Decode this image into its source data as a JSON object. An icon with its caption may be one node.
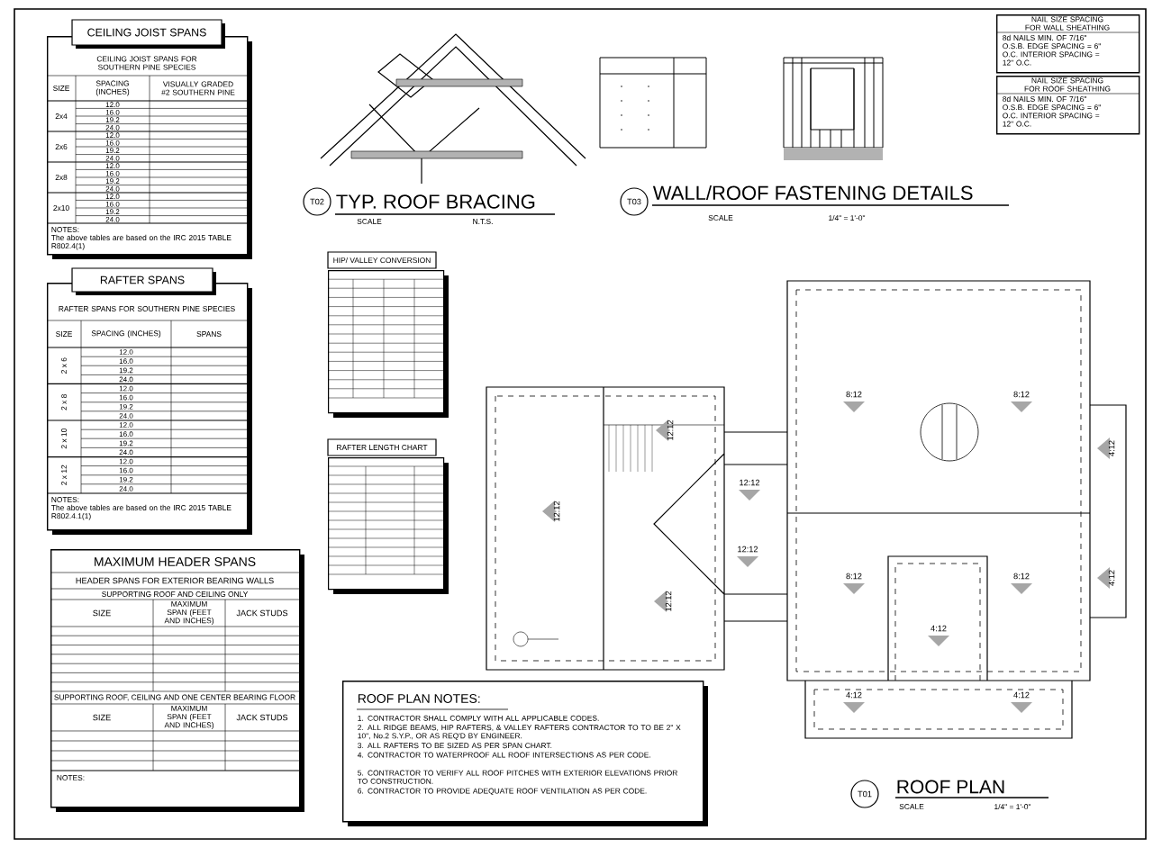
{
  "diagram": {
    "nodes": [
      {
        "text": [
          "CEILING JOIST SPANS",
          "CEILING JOIST SPANS FOR SOUTHERN PINE SPECIES",
          "SIZE",
          "SPACING (INCHES)",
          "VISUALLY GRADED #2 SOUTHERN PINE",
          "2x4",
          "2x6",
          "2x8",
          "2x10",
          "12.0",
          "16.0",
          "19.2",
          "24.0",
          "12.0",
          "16.0",
          "19.2",
          "24.0",
          "12.0",
          "16.0",
          "19.2",
          "24.0",
          "12.0",
          "16.0",
          "19.2",
          "24.0",
          "NOTES:",
          "The above tables are based on the IRC 2015 TABLE R802.4(1)"
        ]
      },
      {
        "text": [
          "RAFTER SPANS",
          "RAFTER SPANS FOR SOUTHERN PINE SPECIES",
          "SIZE",
          "SPACING (INCHES)",
          "SPANS",
          "2 x 6",
          "2 x 8",
          "2 x 10",
          "2 x 12",
          "12.0",
          "16.0",
          "19.2",
          "24.0",
          "12.0",
          "16.0",
          "19.2",
          "24.0",
          "12.0",
          "16.0",
          "19.2",
          "24.0",
          "12.0",
          "16.0",
          "19.2",
          "24.0",
          "NOTES:",
          "The above tables are based on the IRC 2015 TABLE R802.4.1(1)"
        ]
      },
      {
        "text": [
          "MAXIMUM HEADER SPANS",
          "HEADER SPANS FOR EXTERIOR BEARING WALLS",
          "SUPPORTING ROOF AND CEILING ONLY",
          "SIZE",
          "MAXIMUM SPAN (FEET AND INCHES)",
          "JACK STUDS",
          "SUPPORTING ROOF, CEILING AND ONE CENTER BEARING FLOOR",
          "SIZE",
          "MAXIMUM SPAN (FEET AND INCHES)",
          "JACK STUDS",
          "NOTES:"
        ]
      },
      {
        "text": [
          "HIP/ VALLEY CONVERSION"
        ]
      },
      {
        "text": [
          "RAFTER LENGTH CHART"
        ]
      },
      {
        "text": [
          "T02"
        ],
        "beside": [
          "TYP. ROOF BRACING"
        ]
      },
      {
        "text": [
          "T03"
        ],
        "beside": [
          "WALL/ROOF FASTENING DETAILS"
        ]
      },
      {
        "text": [
          "NAIL SIZE SPACING FOR WALL SHEATHING",
          "8d NAILS MIN. OF 7/16\" O.S.B. EDGE SPACING = 6\" O.C. INTERIOR SPACING = 12\" O.C."
        ]
      },
      {
        "text": [
          "NAIL SIZE SPACING FOR ROOF SHEATHING",
          "8d NAILS MIN. OF 7/16\" O.S.B. EDGE SPACING = 6\" O.C. INTERIOR SPACING = 12\" O.C."
        ]
      },
      {
        "text": [
          "ROOF PLAN NOTES:",
          "1. CONTRACTOR SHALL COMPLY WITH ALL APPLICABLE CODES.",
          "2. ALL RIDGE BEAMS, HIP RAFTERS, & VALLEY RAFTERS CONTRACTOR TO TO BE 2\" X 10\", No.2 S.Y.P., OR AS REQ'D BY ENGINEER.",
          "3. ALL RAFTERS TO BE SIZED AS PER SPAN CHART.",
          "4. CONTRACTOR TO WATERPROOF ALL ROOF INTERSECTIONS AS PER CODE.",
          "5. CONTRACTOR TO VERIFY ALL ROOF PITCHES WITH EXTERIOR ELEVATIONS PRIOR TO CONSTRUCTION.",
          "6. CONTRACTOR TO PROVIDE ADEQUATE ROOF VENTILATION AS PER CODE."
        ]
      },
      {
        "text": [
          "T01"
        ],
        "beside": [
          "ROOF PLAN"
        ]
      }
    ],
    "labels": [
      "SCALE",
      "N.T.S.",
      "SCALE",
      "1/4\" = 1'-0\"",
      "12:12",
      "12:12",
      "12:12",
      "12:12",
      "12:12",
      "8:12",
      "8:12",
      "8:12",
      "8:12",
      "4:12",
      "4:12",
      "4:12",
      "4:12",
      "4:12",
      "SCALE",
      "1/4\" = 1'-0\""
    ]
  }
}
